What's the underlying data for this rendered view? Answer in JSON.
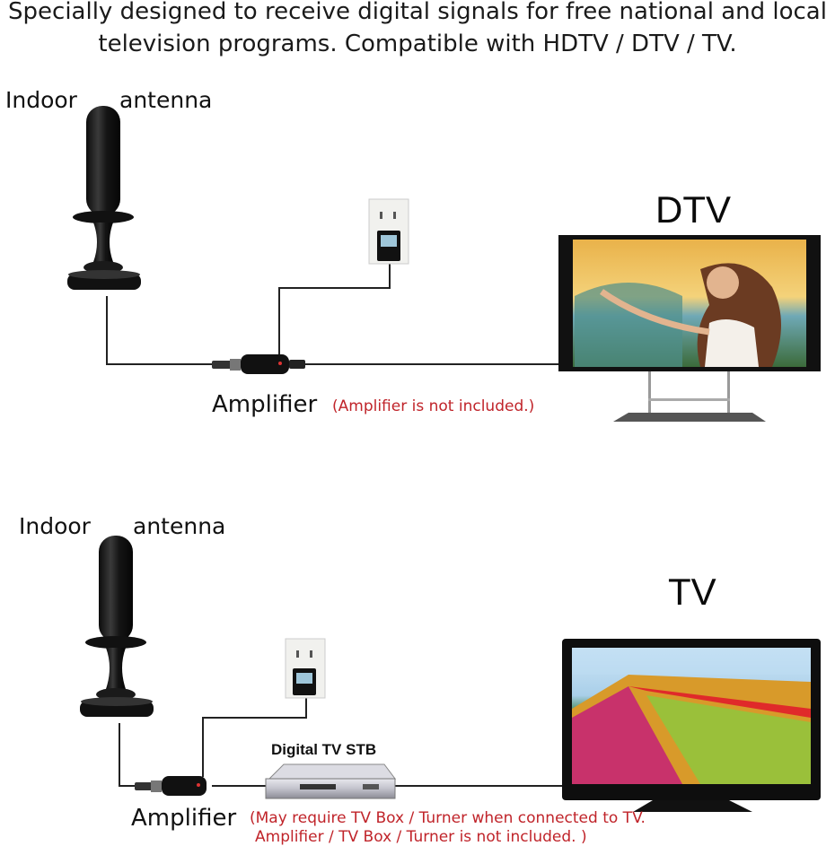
{
  "intro": {
    "line1": "Specially designed to receive digital signals for free national and local",
    "line2": "television programs. Compatible with HDTV / DTV / TV."
  },
  "top": {
    "antenna_word1": "Indoor",
    "antenna_word2": "antenna",
    "device_label": "DTV",
    "amplifier_label": "Amplifier",
    "amplifier_note": "(Amplifier is not included.)"
  },
  "bottom": {
    "antenna_word1": "Indoor",
    "antenna_word2": "antenna",
    "device_label": "TV",
    "stb_label": "Digital  TV  STB",
    "amplifier_label": "Amplifier",
    "note_line1": "(May require TV Box / Turner when connected to TV.",
    "note_line2": "Amplifier / TV Box / Turner is not included. )"
  },
  "colors": {
    "note_red": "#c0242a",
    "cable": "#222222",
    "device_black": "#111111"
  },
  "icons": [
    "antenna-icon",
    "wall-outlet-icon",
    "amplifier-icon",
    "dtv-monitor-icon",
    "tv-monitor-icon",
    "set-top-box-icon"
  ]
}
